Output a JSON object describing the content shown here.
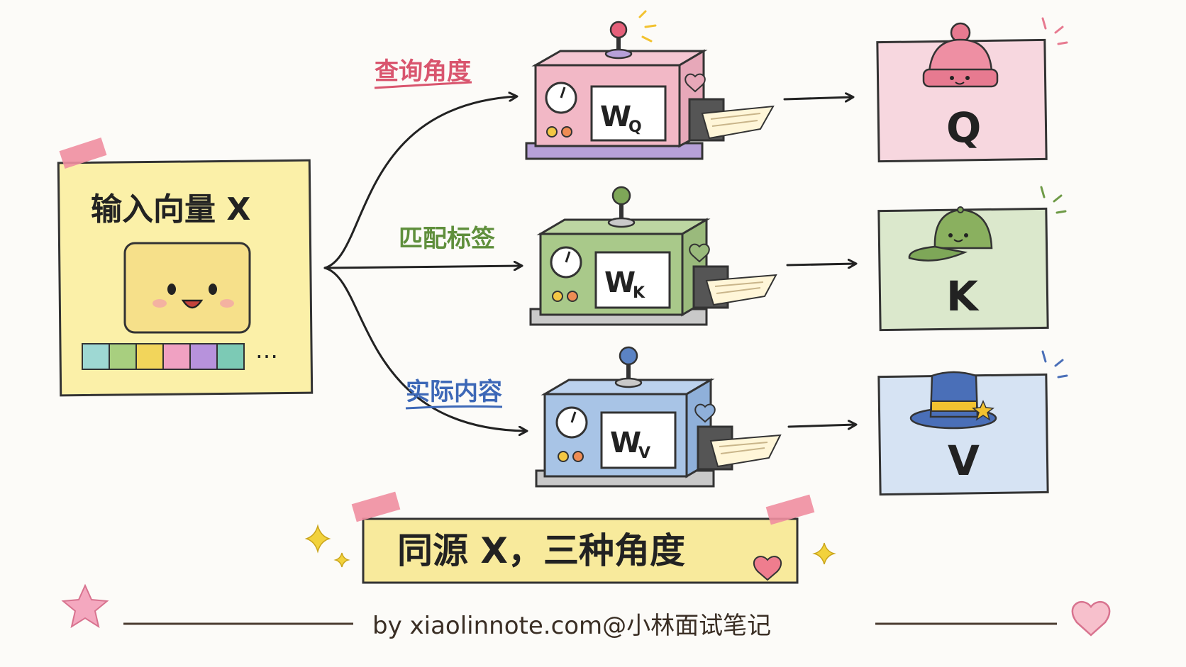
{
  "input_card": {
    "title": "输入向量 X",
    "ellipsis": "…"
  },
  "branches": [
    {
      "label": "查询角度",
      "color": "#d9556e",
      "matrix": "W",
      "subscript": "Q",
      "output": "Q",
      "machine_color": "#f2b8c6",
      "card_color": "#f7d7df",
      "hat_icon": "beanie-icon"
    },
    {
      "label": "匹配标签",
      "color": "#5f8f3c",
      "matrix": "W",
      "subscript": "K",
      "output": "K",
      "machine_color": "#a9c98a",
      "card_color": "#dbe8cc",
      "hat_icon": "cap-icon"
    },
    {
      "label": "实际内容",
      "color": "#3d68b7",
      "matrix": "W",
      "subscript": "V",
      "output": "V",
      "machine_color": "#a8c4e6",
      "card_color": "#d6e3f3",
      "hat_icon": "top-hat-icon"
    }
  ],
  "banner": {
    "text": "同源 X，三种角度"
  },
  "footer": {
    "credit": "by xiaolinnote.com@小林面试笔记"
  }
}
